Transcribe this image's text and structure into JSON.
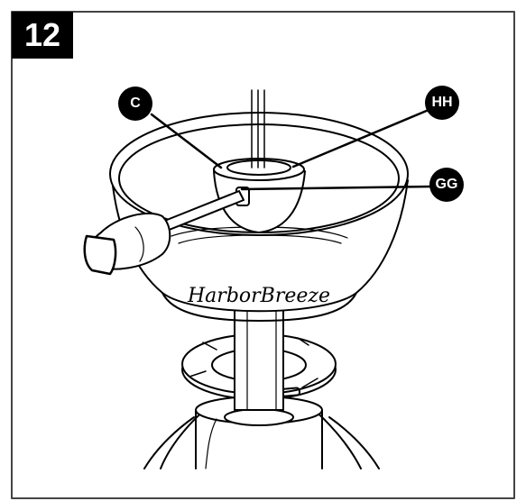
{
  "step": {
    "number": "12"
  },
  "callouts": {
    "c": "C",
    "hh": "HH",
    "gg": "GG"
  },
  "brand_text": "HarborBreeze",
  "colors": {
    "ink": "#000000",
    "paper": "#ffffff",
    "frame": "#444444"
  }
}
